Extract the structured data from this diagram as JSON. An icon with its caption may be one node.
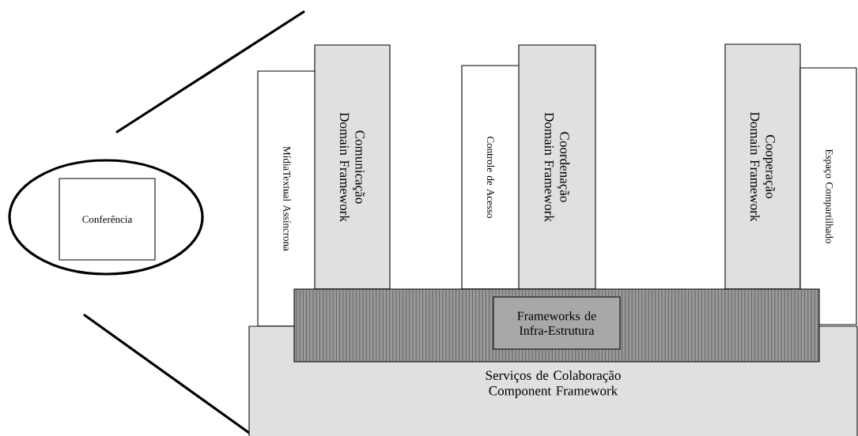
{
  "diagram": {
    "nodes": [
      {
        "text": [],
        "shape": "ellipse"
      },
      {
        "text": [
          "Conferência"
        ],
        "in": 0
      },
      {
        "text": [
          "MídiaTextual Assíncrona"
        ]
      },
      {
        "text": [
          "Comunicação Domain Framework"
        ]
      },
      {
        "text": [
          "Controle de Acesso"
        ]
      },
      {
        "text": [
          "Coordenação Domain Framework"
        ]
      },
      {
        "text": [
          "Cooperação Domain Framework"
        ]
      },
      {
        "text": [
          "Espaço Compartilhado"
        ]
      },
      {
        "text": [
          "Serviços de Colaboração Component Framework"
        ]
      },
      {
        "text": [],
        "shape": "bar"
      },
      {
        "text": [
          "Frameworks de Infra-Estrutura"
        ],
        "in": 9
      }
    ]
  }
}
